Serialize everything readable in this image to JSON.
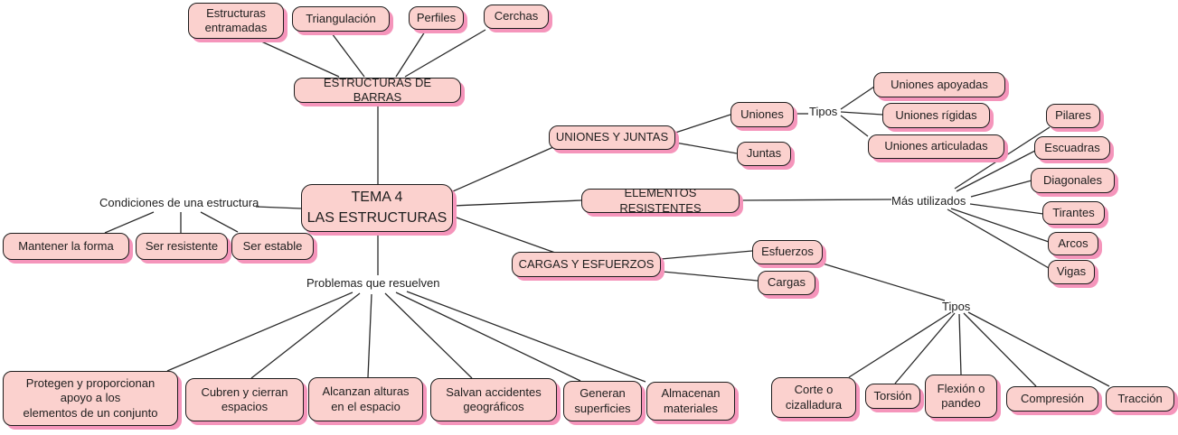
{
  "colors": {
    "background": "#ffffff",
    "node_fill": "#fbd1ce",
    "node_border": "#1c1c1c",
    "node_shadow": "#f595bb",
    "line": "#2b2b2b",
    "text": "#1e1e1e"
  },
  "root": {
    "label": "TEMA 4\nLAS ESTRUCTURAS"
  },
  "estructuras_de_barras": {
    "label": "ESTRUCTURAS DE BARRAS",
    "children": {
      "entramadas": "Estructuras\nentramadas",
      "triangulacion": "Triangulación",
      "perfiles": "Perfiles",
      "cerchas": "Cerchas"
    }
  },
  "uniones_y_juntas": {
    "label": "UNIONES Y JUNTAS",
    "uniones": "Uniones",
    "juntas": "Juntas",
    "tipos_label": "Tipos",
    "tipos": {
      "apoyadas": "Uniones apoyadas",
      "rigidas": "Uniones rígidas",
      "articuladas": "Uniones articuladas"
    }
  },
  "elementos_resistentes": {
    "label": "ELEMENTOS RESISTENTES",
    "mas_utilizados_label": "Más utilizados",
    "mas_utilizados": {
      "pilares": "Pilares",
      "escuadras": "Escuadras",
      "diagonales": "Diagonales",
      "tirantes": "Tirantes",
      "arcos": "Arcos",
      "vigas": "Vigas"
    }
  },
  "cargas_y_esfuerzos": {
    "label": "CARGAS Y ESFUERZOS",
    "esfuerzos": "Esfuerzos",
    "cargas": "Cargas",
    "tipos_label": "Tipos",
    "tipos": {
      "corte": "Corte o\ncizalladura",
      "torsion": "Torsión",
      "flexion": "Flexión o\npandeo",
      "compresion": "Compresión",
      "traccion": "Tracción"
    }
  },
  "condiciones": {
    "label": "Condiciones de una estructura",
    "items": {
      "mantener_forma": "Mantener la forma",
      "ser_resistente": "Ser resistente",
      "ser_estable": "Ser estable"
    }
  },
  "problemas": {
    "label": "Problemas que resuelven",
    "items": {
      "protegen": "Protegen y proporcionan\napoyo a los\nelementos de un conjunto",
      "cubren": "Cubren y cierran\nespacios",
      "alcanzan": "Alcanzan alturas\nen el espacio",
      "salvan": "Salvan accidentes\ngeográficos",
      "generan": "Generan\nsuperficies",
      "almacenan": "Almacenan\nmateriales"
    }
  }
}
